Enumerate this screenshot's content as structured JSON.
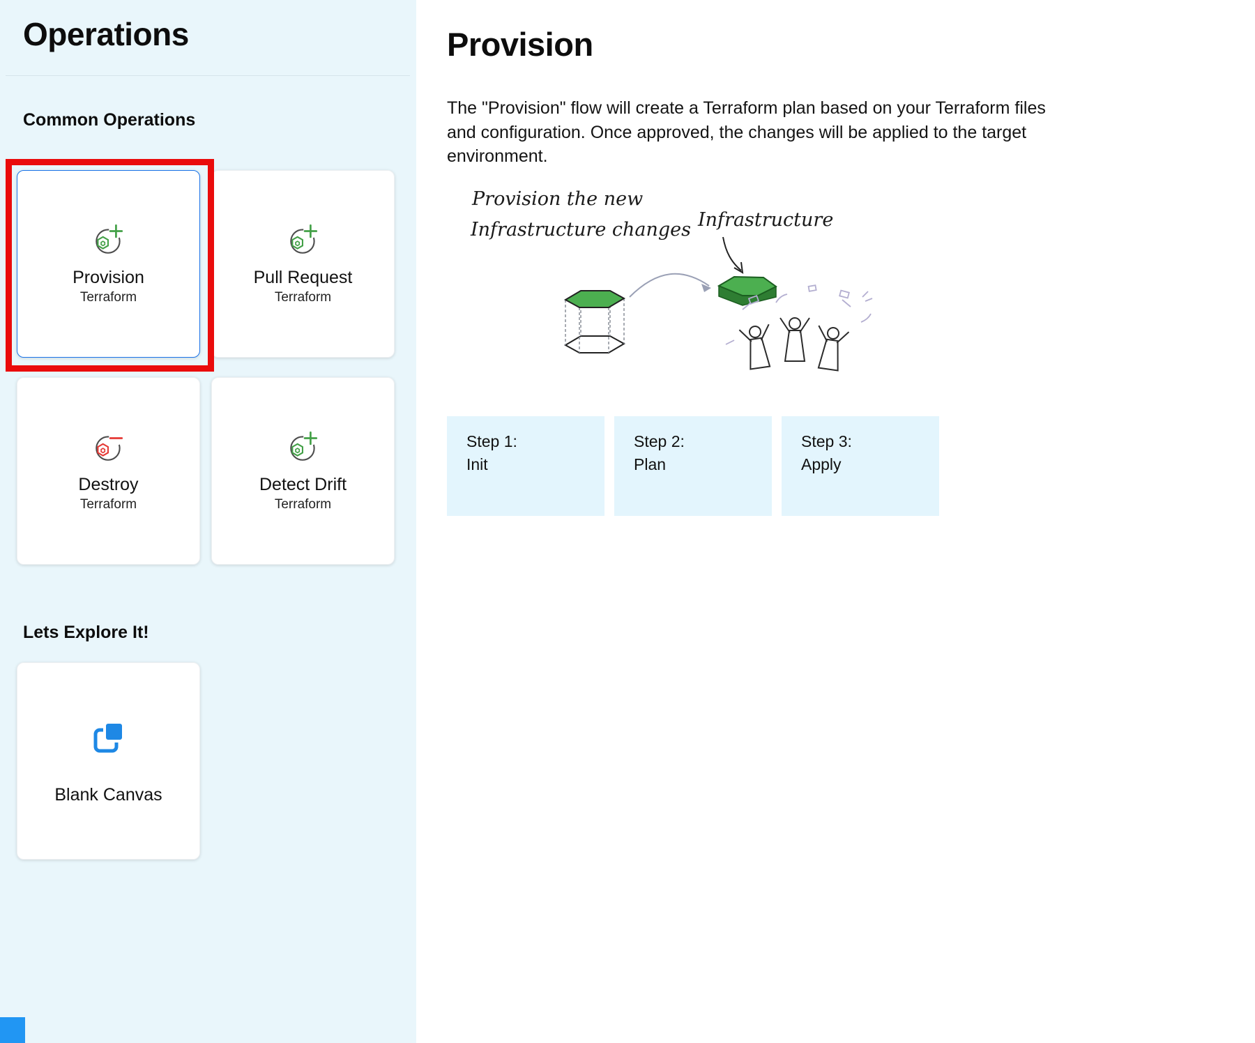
{
  "colors": {
    "sidebar_bg": "#e9f6fb",
    "step_bg": "#e3f5fd",
    "selected_card_border": "#1a73e8",
    "highlight_red": "#ea0c0c",
    "icon_green": "#43a047",
    "icon_red": "#e53935",
    "icon_blue": "#1e88e5"
  },
  "sidebar": {
    "title": "Operations",
    "section_common": "Common Operations",
    "section_explore": "Lets Explore It!",
    "cards": [
      {
        "label": "Provision",
        "sublabel": "Terraform"
      },
      {
        "label": "Pull Request",
        "sublabel": "Terraform"
      },
      {
        "label": "Destroy",
        "sublabel": "Terraform"
      },
      {
        "label": "Detect Drift",
        "sublabel": "Terraform"
      }
    ],
    "blank_canvas": {
      "label": "Blank Canvas"
    }
  },
  "main": {
    "title": "Provision",
    "description": "The \"Provision\" flow will create a Terraform plan based on your Terraform files and configuration. Once approved, the changes will be applied to the target environment.",
    "illustration": {
      "left_caption_line1": "Provision the new",
      "left_caption_line2": "Infrastructure changes",
      "right_caption": "Infrastructure"
    },
    "steps": [
      {
        "label": "Step 1:",
        "name": "Init"
      },
      {
        "label": "Step 2:",
        "name": "Plan"
      },
      {
        "label": "Step 3:",
        "name": "Apply"
      }
    ]
  }
}
